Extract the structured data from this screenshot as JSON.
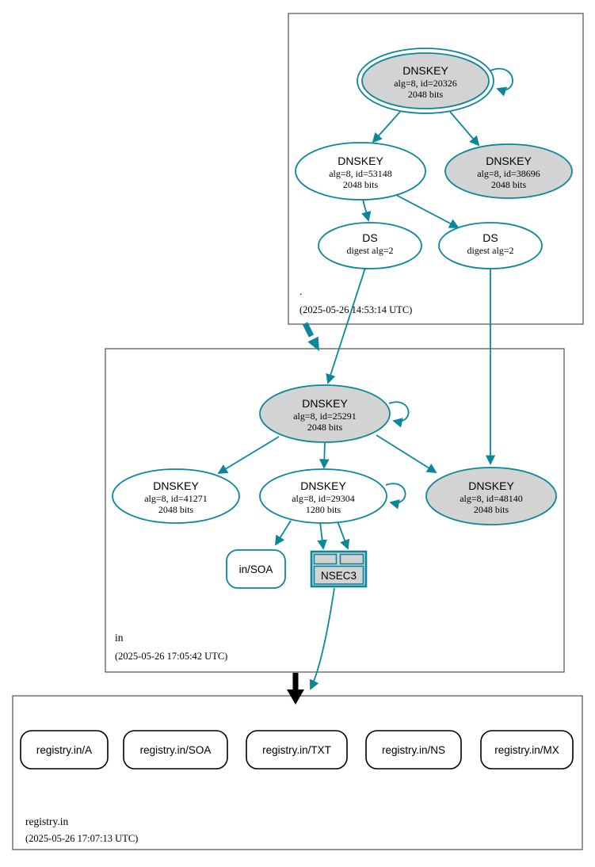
{
  "colors": {
    "teal": "#0a879a",
    "node_fill_gray": "#d3d3d3",
    "node_fill_white": "#ffffff",
    "zone_box_border": "#4f4f4f",
    "insecure_delegation_arrow": "#000000"
  },
  "zones": {
    "root": {
      "label": ".",
      "timestamp": "(2025-05-26 14:53:14 UTC)"
    },
    "in": {
      "label": "in",
      "timestamp": "(2025-05-26 17:05:42 UTC)"
    },
    "registry_in": {
      "label": "registry.in",
      "timestamp": "(2025-05-26 17:07:13 UTC)"
    }
  },
  "nodes": {
    "root_ksk_20326": {
      "title": "DNSKEY",
      "detail": "alg=8, id=20326",
      "size": "2048 bits"
    },
    "root_dnskey_53148": {
      "title": "DNSKEY",
      "detail": "alg=8, id=53148",
      "size": "2048 bits"
    },
    "root_dnskey_38696": {
      "title": "DNSKEY",
      "detail": "alg=8, id=38696",
      "size": "2048 bits"
    },
    "root_ds_left": {
      "title": "DS",
      "detail": "digest alg=2"
    },
    "root_ds_right": {
      "title": "DS",
      "detail": "digest alg=2"
    },
    "in_ksk_25291": {
      "title": "DNSKEY",
      "detail": "alg=8, id=25291",
      "size": "2048 bits"
    },
    "in_dnskey_41271": {
      "title": "DNSKEY",
      "detail": "alg=8, id=41271",
      "size": "2048 bits"
    },
    "in_dnskey_29304": {
      "title": "DNSKEY",
      "detail": "alg=8, id=29304",
      "size": "1280 bits"
    },
    "in_dnskey_48140": {
      "title": "DNSKEY",
      "detail": "alg=8, id=48140",
      "size": "2048 bits"
    },
    "in_soa": {
      "label": "in/SOA"
    },
    "in_nsec3": {
      "label": "NSEC3"
    },
    "registry_a": {
      "label": "registry.in/A"
    },
    "registry_soa": {
      "label": "registry.in/SOA"
    },
    "registry_txt": {
      "label": "registry.in/TXT"
    },
    "registry_ns": {
      "label": "registry.in/NS"
    },
    "registry_mx": {
      "label": "registry.in/MX"
    }
  }
}
